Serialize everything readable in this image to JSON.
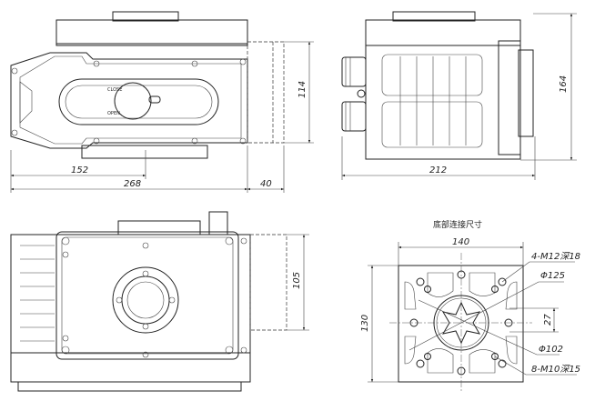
{
  "views": {
    "front": {
      "dims": {
        "offset": "152",
        "length": "268",
        "depth": "40",
        "height": "114"
      },
      "dial_labels": [
        "CLOSE",
        "OPEN"
      ]
    },
    "side": {
      "dims": {
        "width": "212",
        "height": "164"
      }
    },
    "bottom": {
      "dims": {
        "height": "105"
      }
    },
    "flange": {
      "title": "底部连接尺寸",
      "dims": {
        "width": "140",
        "height": "130",
        "offset": "27"
      },
      "callouts": [
        "4-M12深18",
        "Φ125",
        "Φ102",
        "8-M10深15"
      ]
    }
  }
}
